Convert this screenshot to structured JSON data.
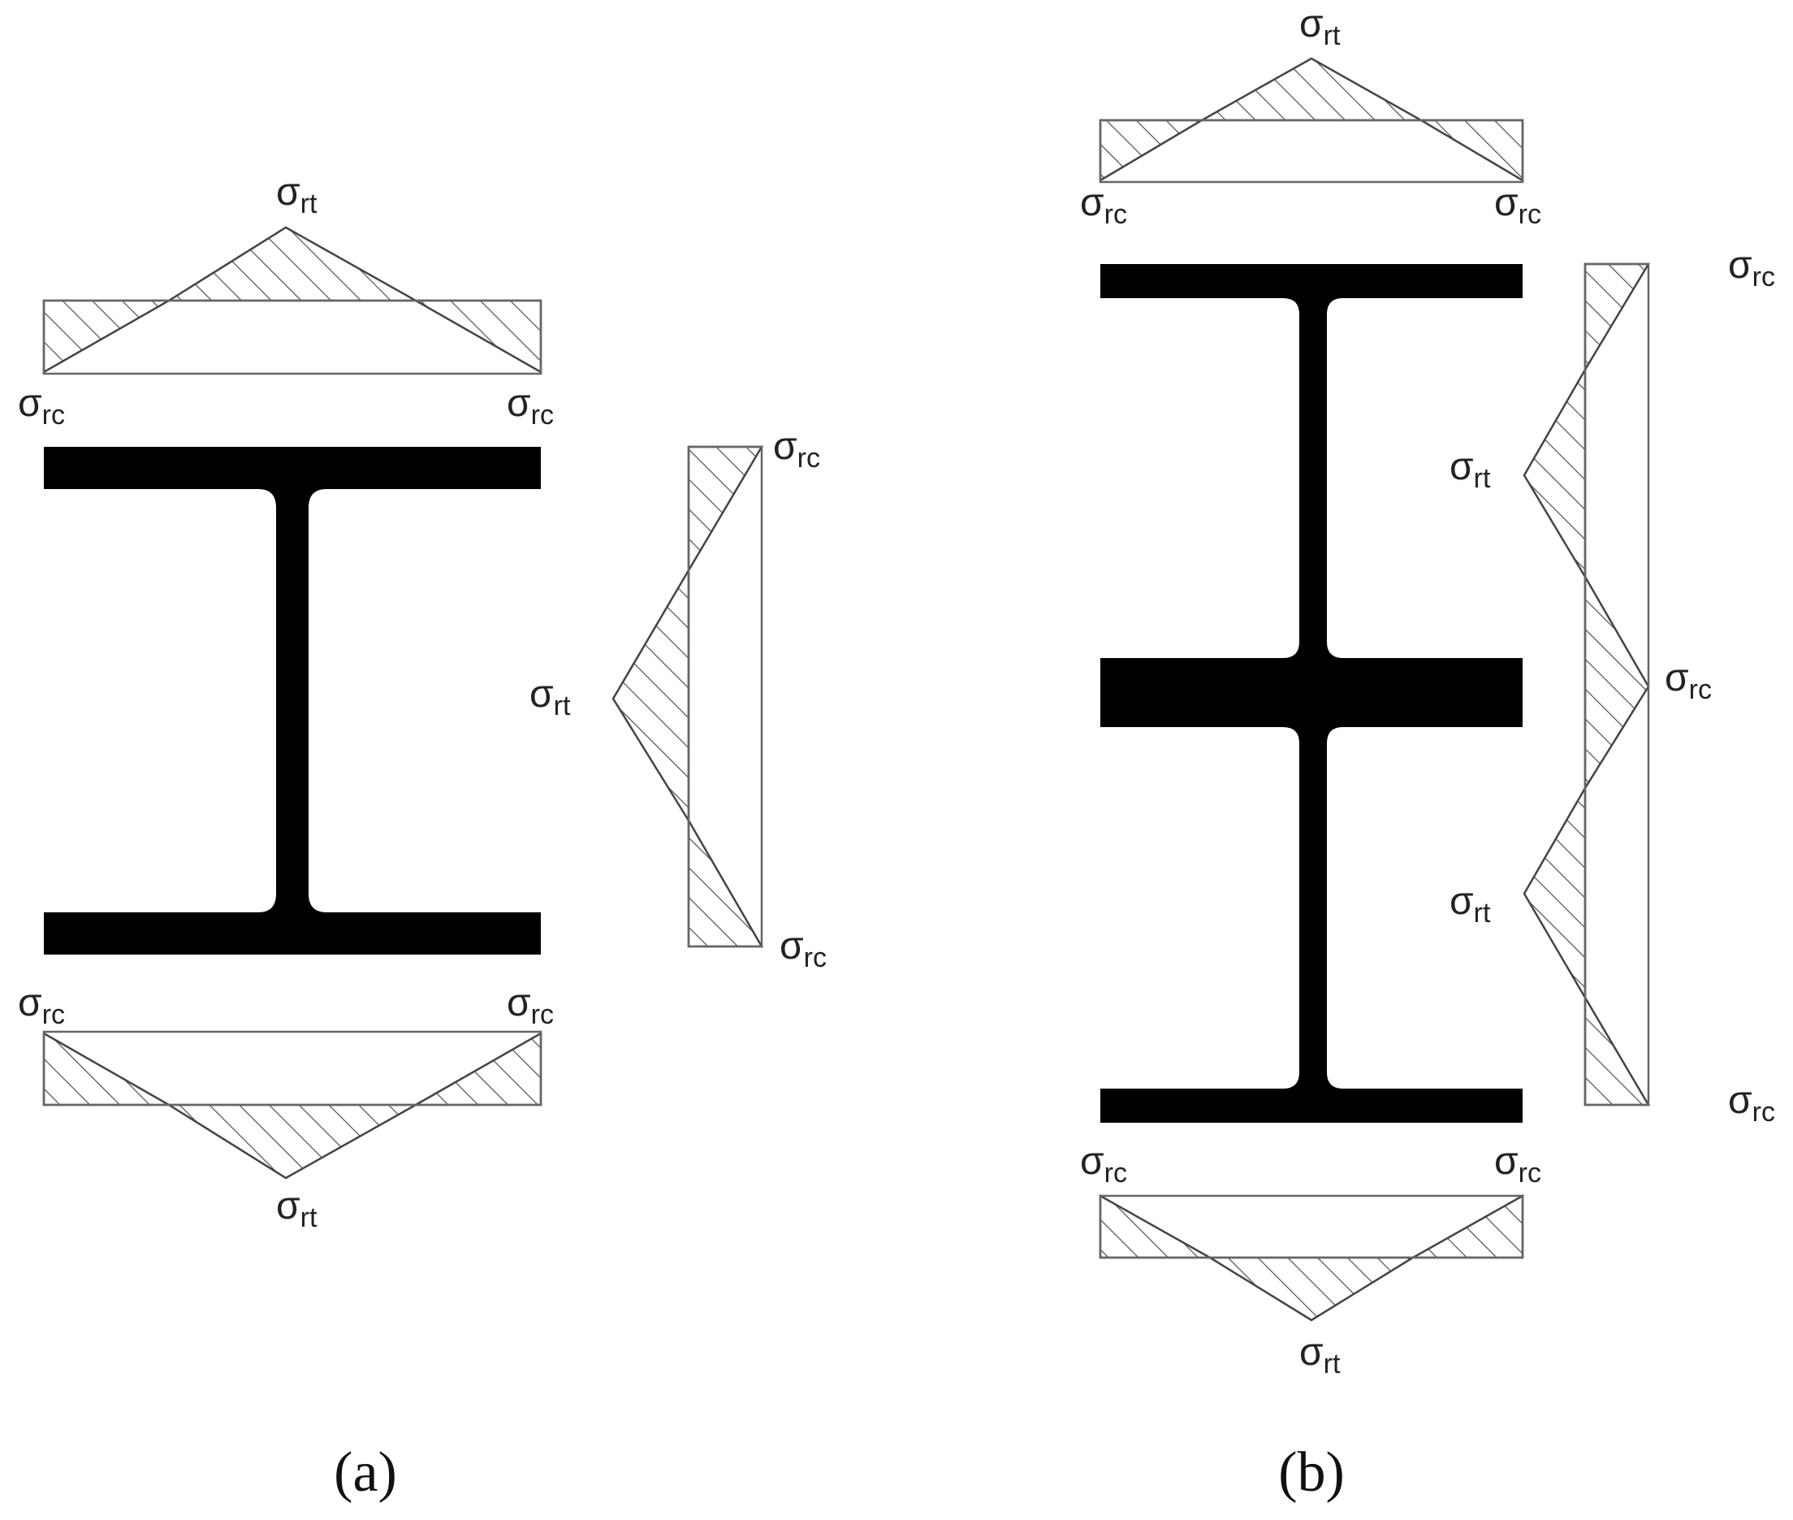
{
  "labels": {
    "sigma": "σ",
    "tension_sub": "rt",
    "compression_sub": "rc"
  },
  "panels": [
    {
      "id": "a",
      "caption": "(a)"
    },
    {
      "id": "b",
      "caption": "(b)"
    }
  ],
  "colors": {
    "section": "#000000",
    "hatch": "#555555",
    "outline": "#666666",
    "text": "#222222"
  }
}
